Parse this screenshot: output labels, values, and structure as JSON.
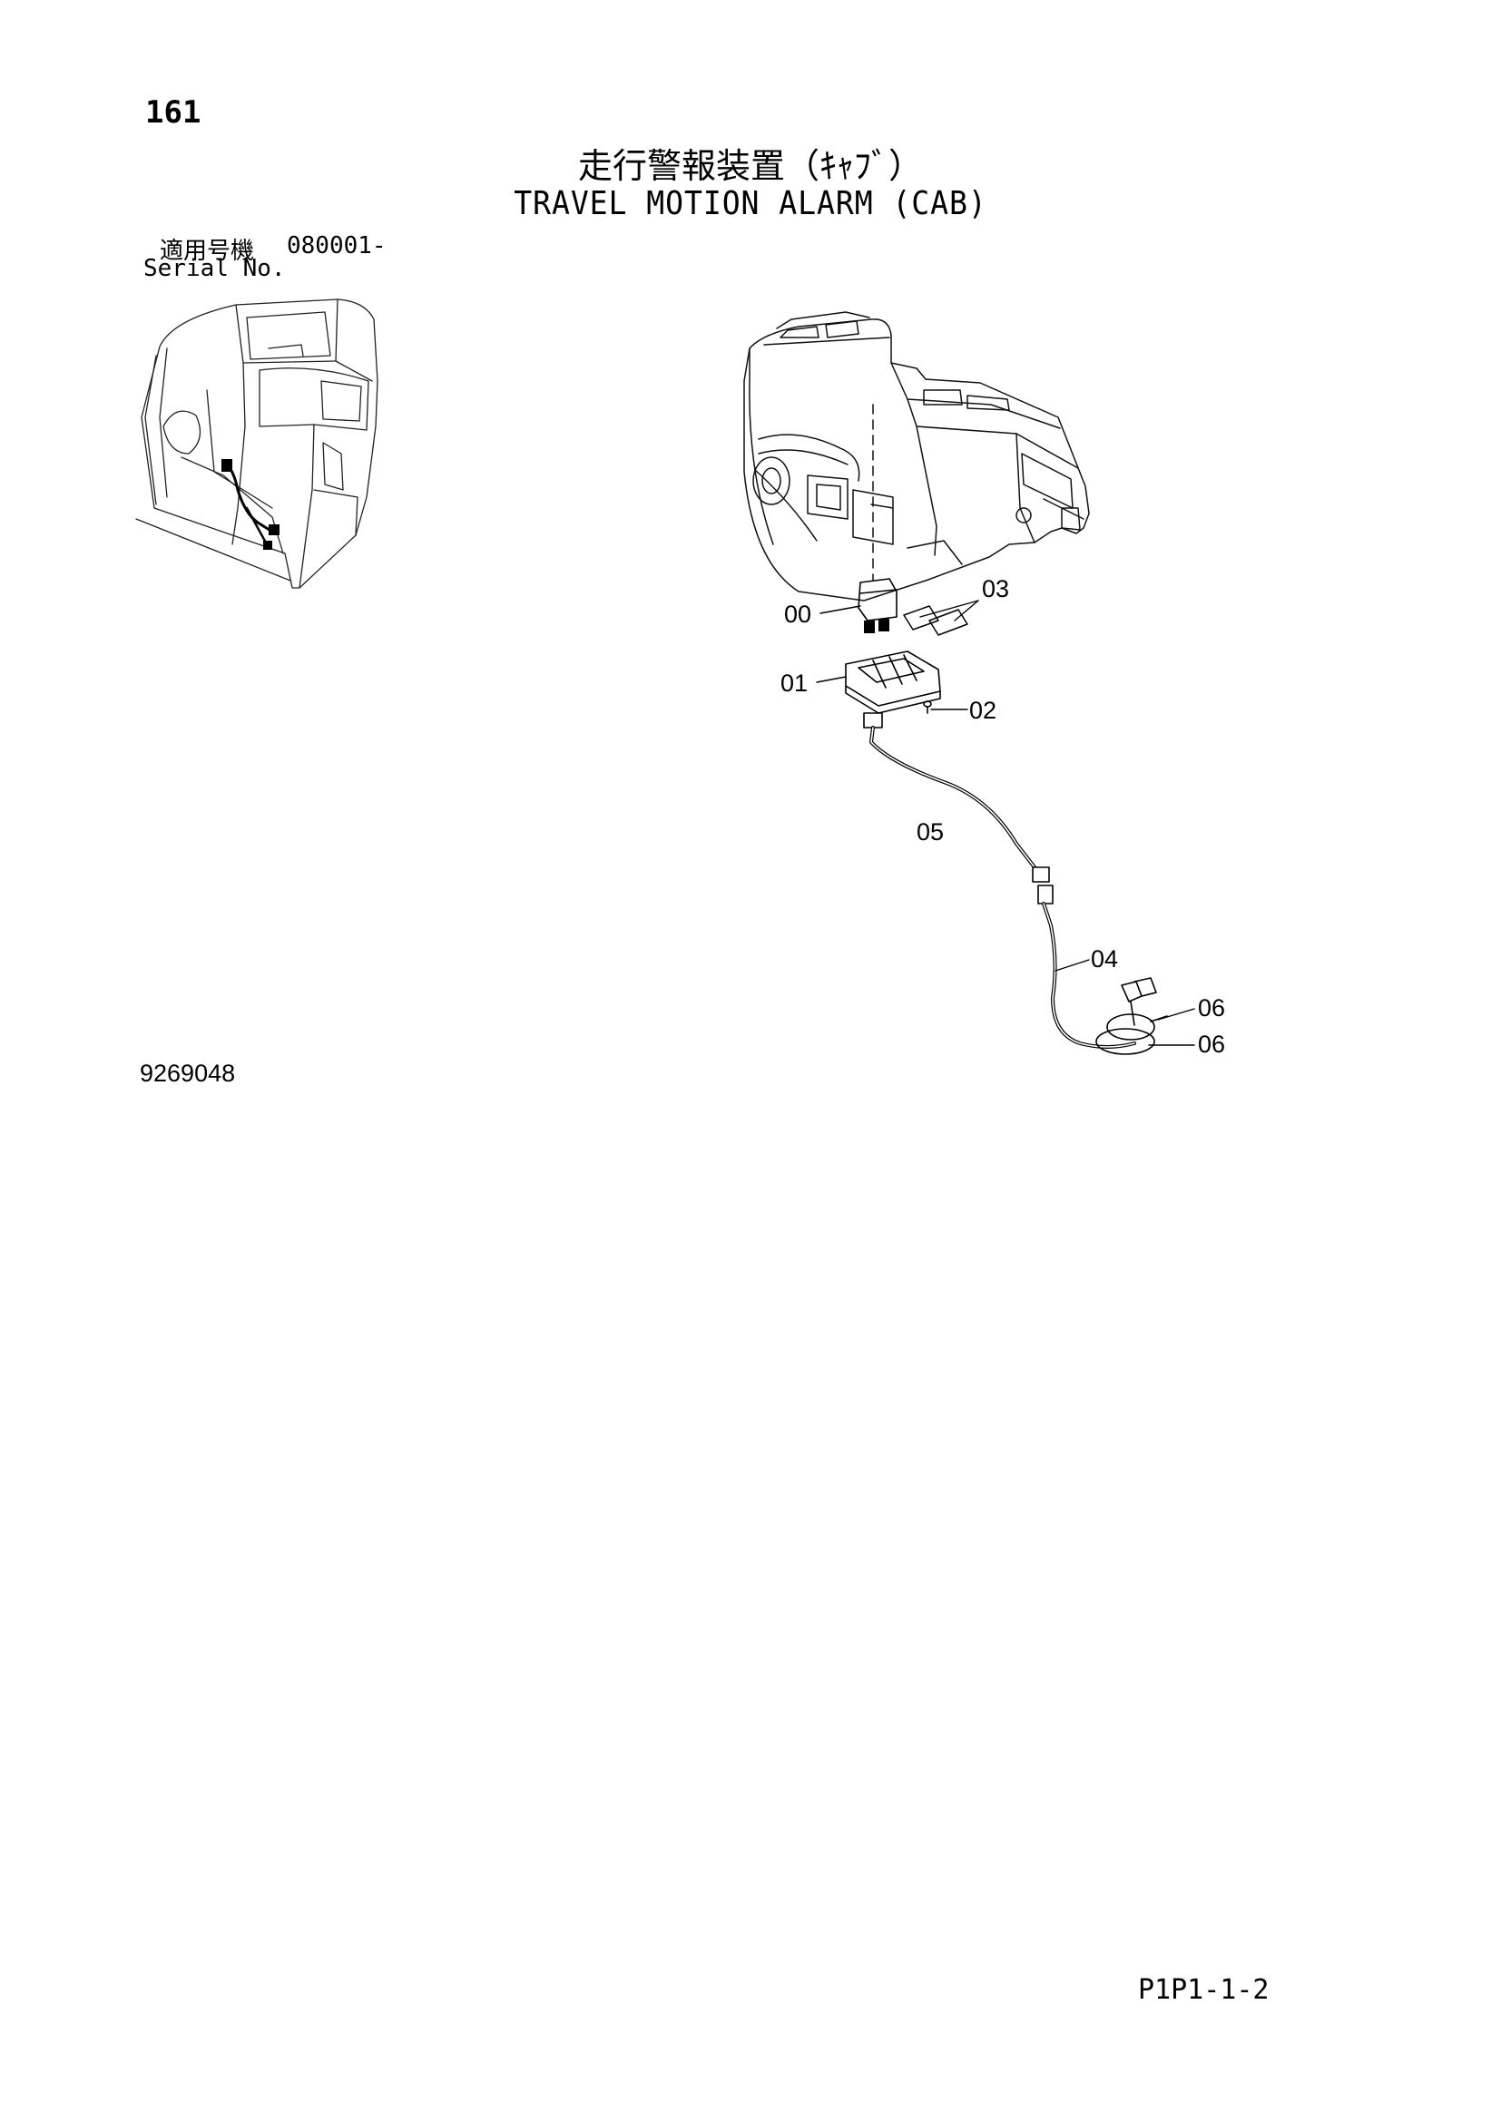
{
  "page_number": "161",
  "title_jp": "走行警報装置（ｷｬﾌﾞ）",
  "title_en": "TRAVEL MOTION ALARM (CAB)",
  "serial": {
    "label_jp": "適用号機",
    "label_en": "Serial No.",
    "range": "080001-"
  },
  "figure_number": "9269048",
  "page_code": "P1P1-1-2",
  "callouts": [
    "00",
    "03",
    "01",
    "02",
    "05",
    "04",
    "06",
    "06"
  ]
}
